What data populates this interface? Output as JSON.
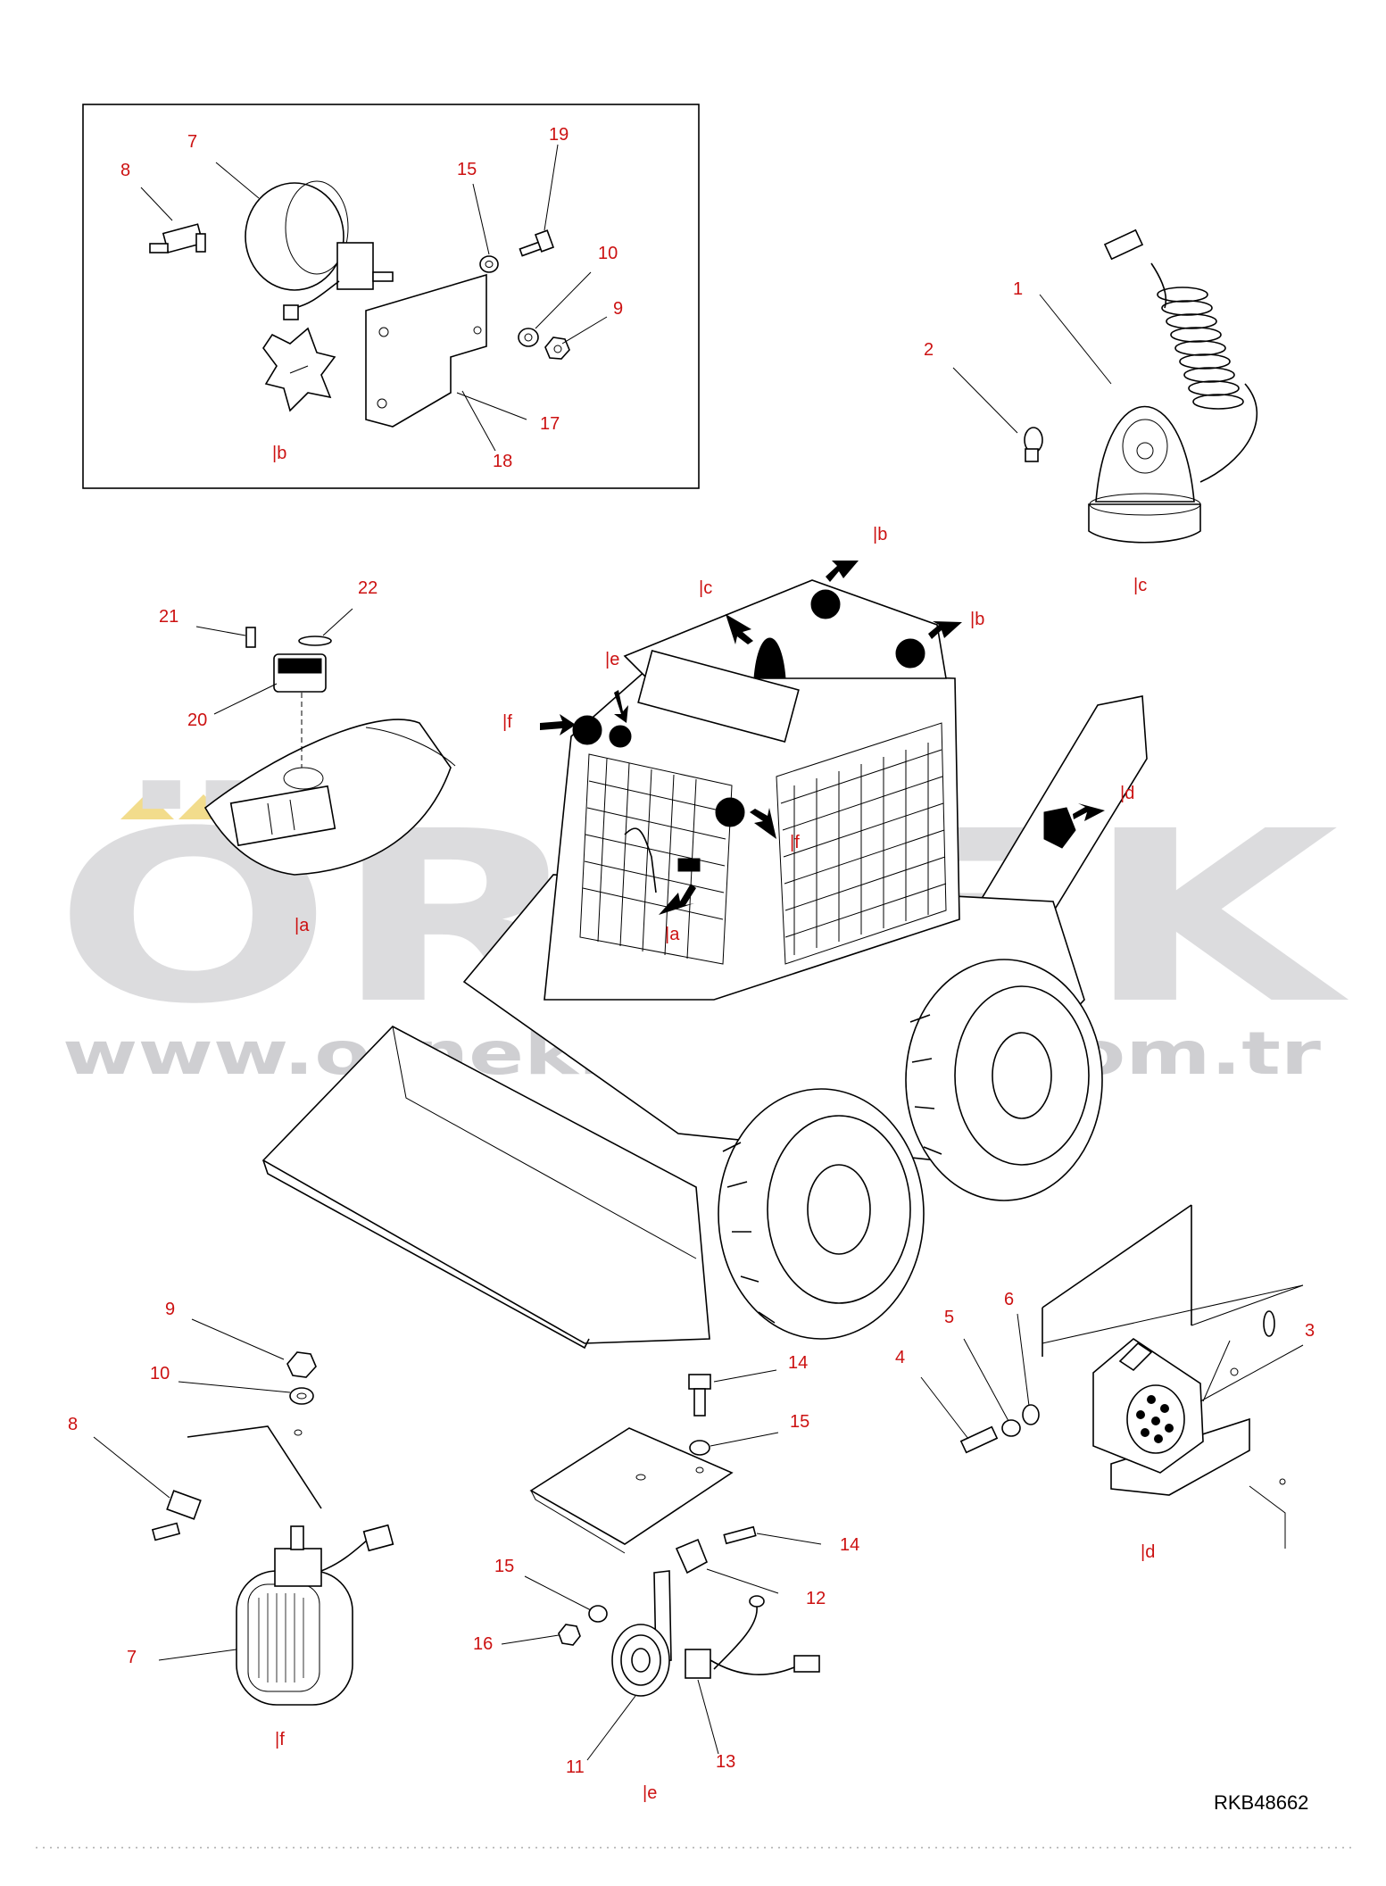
{
  "diagram": {
    "reference_code": "RKB48662",
    "watermark": {
      "brand": "ÖRNEK",
      "url": "www.ornekismakina.com.tr"
    },
    "callouts": {
      "inset_b": [
        {
          "id": "7"
        },
        {
          "id": "8"
        },
        {
          "id": "15"
        },
        {
          "id": "19"
        },
        {
          "id": "10"
        },
        {
          "id": "9"
        },
        {
          "id": "17"
        },
        {
          "id": "18"
        }
      ],
      "beacon_c": [
        {
          "id": "1"
        },
        {
          "id": "2"
        }
      ],
      "switch_a": [
        {
          "id": "21"
        },
        {
          "id": "22"
        },
        {
          "id": "20"
        }
      ],
      "worklight_f": [
        {
          "id": "9"
        },
        {
          "id": "10"
        },
        {
          "id": "8"
        },
        {
          "id": "7"
        }
      ],
      "horn_e": [
        {
          "id": "14"
        },
        {
          "id": "15"
        },
        {
          "id": "14"
        },
        {
          "id": "12"
        },
        {
          "id": "15"
        },
        {
          "id": "16"
        },
        {
          "id": "11"
        },
        {
          "id": "13"
        }
      ],
      "socket_d": [
        {
          "id": "6"
        },
        {
          "id": "5"
        },
        {
          "id": "4"
        },
        {
          "id": "3"
        }
      ]
    },
    "view_labels": {
      "inset_b": "|b",
      "beacon_c": "|c",
      "switch_a": "|a",
      "machine": [
        "|b",
        "|c",
        "|b",
        "|e",
        "|f",
        "|d",
        "|f",
        "|a"
      ],
      "worklight_f": "|f",
      "horn_e": "|e",
      "socket_d": "|d"
    },
    "colors": {
      "callout": "#cc1111",
      "linework": "#000000",
      "watermark": "#d9d9dc",
      "watermark_accent": "#f2dc8c"
    }
  }
}
